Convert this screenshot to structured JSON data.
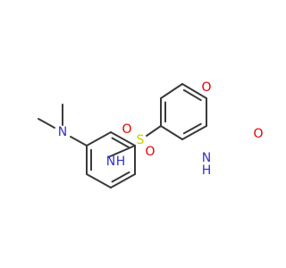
{
  "colors": {
    "bond": "#3a3a3a",
    "nitrogen": "#3333cc",
    "oxygen": "#e00000",
    "sulfur": "#cccc00"
  },
  "atoms": {
    "n_dimethyl": "N",
    "n_sulfonamide": "N",
    "h_sulfonamide": "H",
    "s_sulfonyl": "S",
    "o_sulfonyl_top": "O",
    "o_sulfonyl_bottom": "O",
    "o_ring": "O",
    "n_lactam": "N",
    "h_lactam": "H",
    "o_carbonyl": "O"
  }
}
